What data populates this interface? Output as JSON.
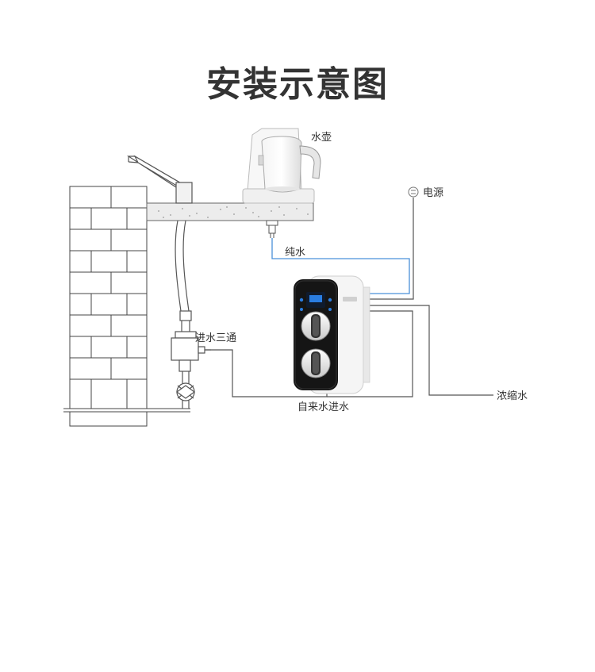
{
  "title": "安装示意图",
  "labels": {
    "kettle": "水壶",
    "power": "电源",
    "pure_water": "纯水",
    "inlet_tee": "进水三通",
    "tap_water_inlet": "自来水进水",
    "concentrate": "浓缩水"
  },
  "colors": {
    "pure_water_line": "#4a90d9",
    "pipe_line": "#555555",
    "purifier_body": "#1a1a1a",
    "purifier_accent": "#2a7de1"
  }
}
